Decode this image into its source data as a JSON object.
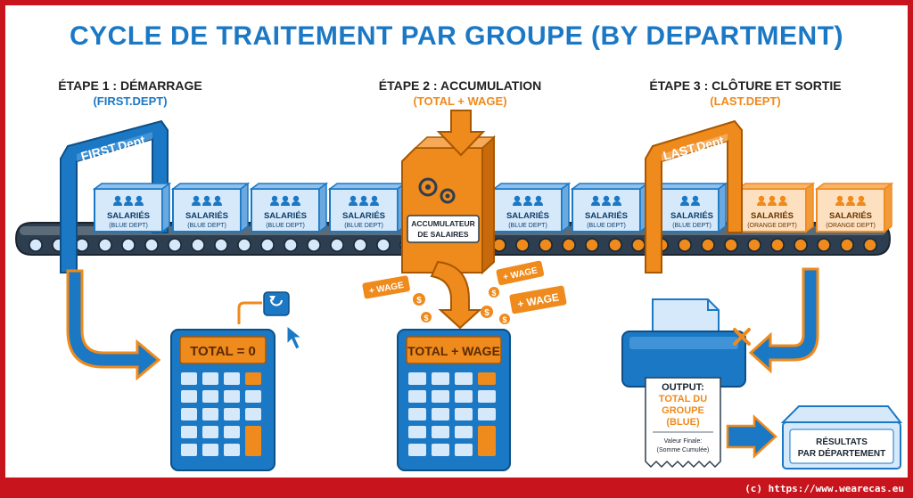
{
  "title": "CYCLE DE TRAITEMENT PAR GROUPE (BY DEPARTMENT)",
  "stages": [
    {
      "label": "ÉTAPE 1 : DÉMARRAGE",
      "sub": "(FIRST.DEPT)"
    },
    {
      "label": "ÉTAPE 2 : ACCUMULATION",
      "sub": "(TOTAL + WAGE)"
    },
    {
      "label": "ÉTAPE 3 : CLÔTURE ET SORTIE",
      "sub": "(LAST.DEPT)"
    }
  ],
  "gates": {
    "first": "FIRST.Dept",
    "last": "LAST.Dept"
  },
  "box_label": "SALARIÉS",
  "box_blue_sub": "(BLUE DEPT)",
  "box_orange_sub": "(ORANGE DEPT)",
  "accumulator": {
    "line1": "ACCUMULATEUR",
    "line2": "DE SALAIRES"
  },
  "wage_tag": "+ WAGE",
  "coin_symbol": "$",
  "calc1_display": "TOTAL = 0",
  "calc2_display": "TOTAL + WAGE",
  "output": {
    "line1": "OUTPUT:",
    "line2": "TOTAL DU",
    "line3": "GROUPE",
    "line4": "(BLUE)",
    "note1": "Valeur Finale:",
    "note2": "(Somme Cumulée)"
  },
  "tray": {
    "line1": "RÉSULTATS",
    "line2": "PAR DÉPARTEMENT"
  },
  "footer": "(c) https://www.wearecas.eu",
  "colors": {
    "blue": "#1b78c4",
    "orange": "#ef8a1c",
    "frame": "#c8141c"
  }
}
